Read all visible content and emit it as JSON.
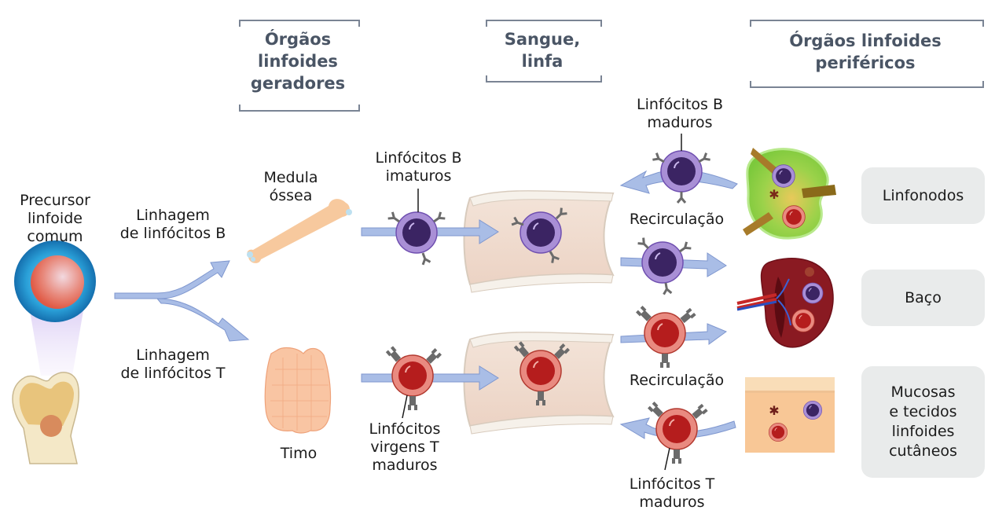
{
  "headers": {
    "generative_organs": "Órgãos\nlinfoides\ngeradores",
    "blood_lymph": "Sangue,\nlinfa",
    "peripheral_organs": "Órgãos linfoides\nperiféricos"
  },
  "labels": {
    "common_precursor": "Precursor\nlinfoide\ncomum",
    "b_lineage": "Linhagem\nde linfócitos B",
    "t_lineage": "Linhagem\nde linfócitos T",
    "bone_marrow": "Medula\nóssea",
    "thymus": "Timo",
    "immature_b": "Linfócitos B\nimaturos",
    "naive_mature_t": "Linfócitos\nvirgens T\nmaduros",
    "mature_b": "Linfócitos B\nmaduros",
    "recirculation_b": "Recirculação",
    "recirculation_t": "Recirculação",
    "mature_t": "Linfócitos T\nmaduros"
  },
  "peripheral_organs": [
    {
      "name": "Linfonodos"
    },
    {
      "name": "Baço"
    },
    {
      "name": "Mucosas\ne tecidos\nlinfoides\ncutâneos"
    }
  ],
  "colors": {
    "header_text": "#4a5565",
    "arrow": "#a9bde6",
    "arrow_stroke": "#7f97cf",
    "b_cell_outer": "#a98fd6",
    "b_cell_nucleus": "#3b2463",
    "t_cell_outer": "#e98a80",
    "t_cell_nucleus": "#b51d1d",
    "organ_box": "#e9ebeb",
    "bone": "#f7c99e",
    "thymus": "#f9c5a3",
    "lymph_node": "#8fd24b",
    "spleen": "#8a1a22",
    "skin": "#f8c796"
  }
}
